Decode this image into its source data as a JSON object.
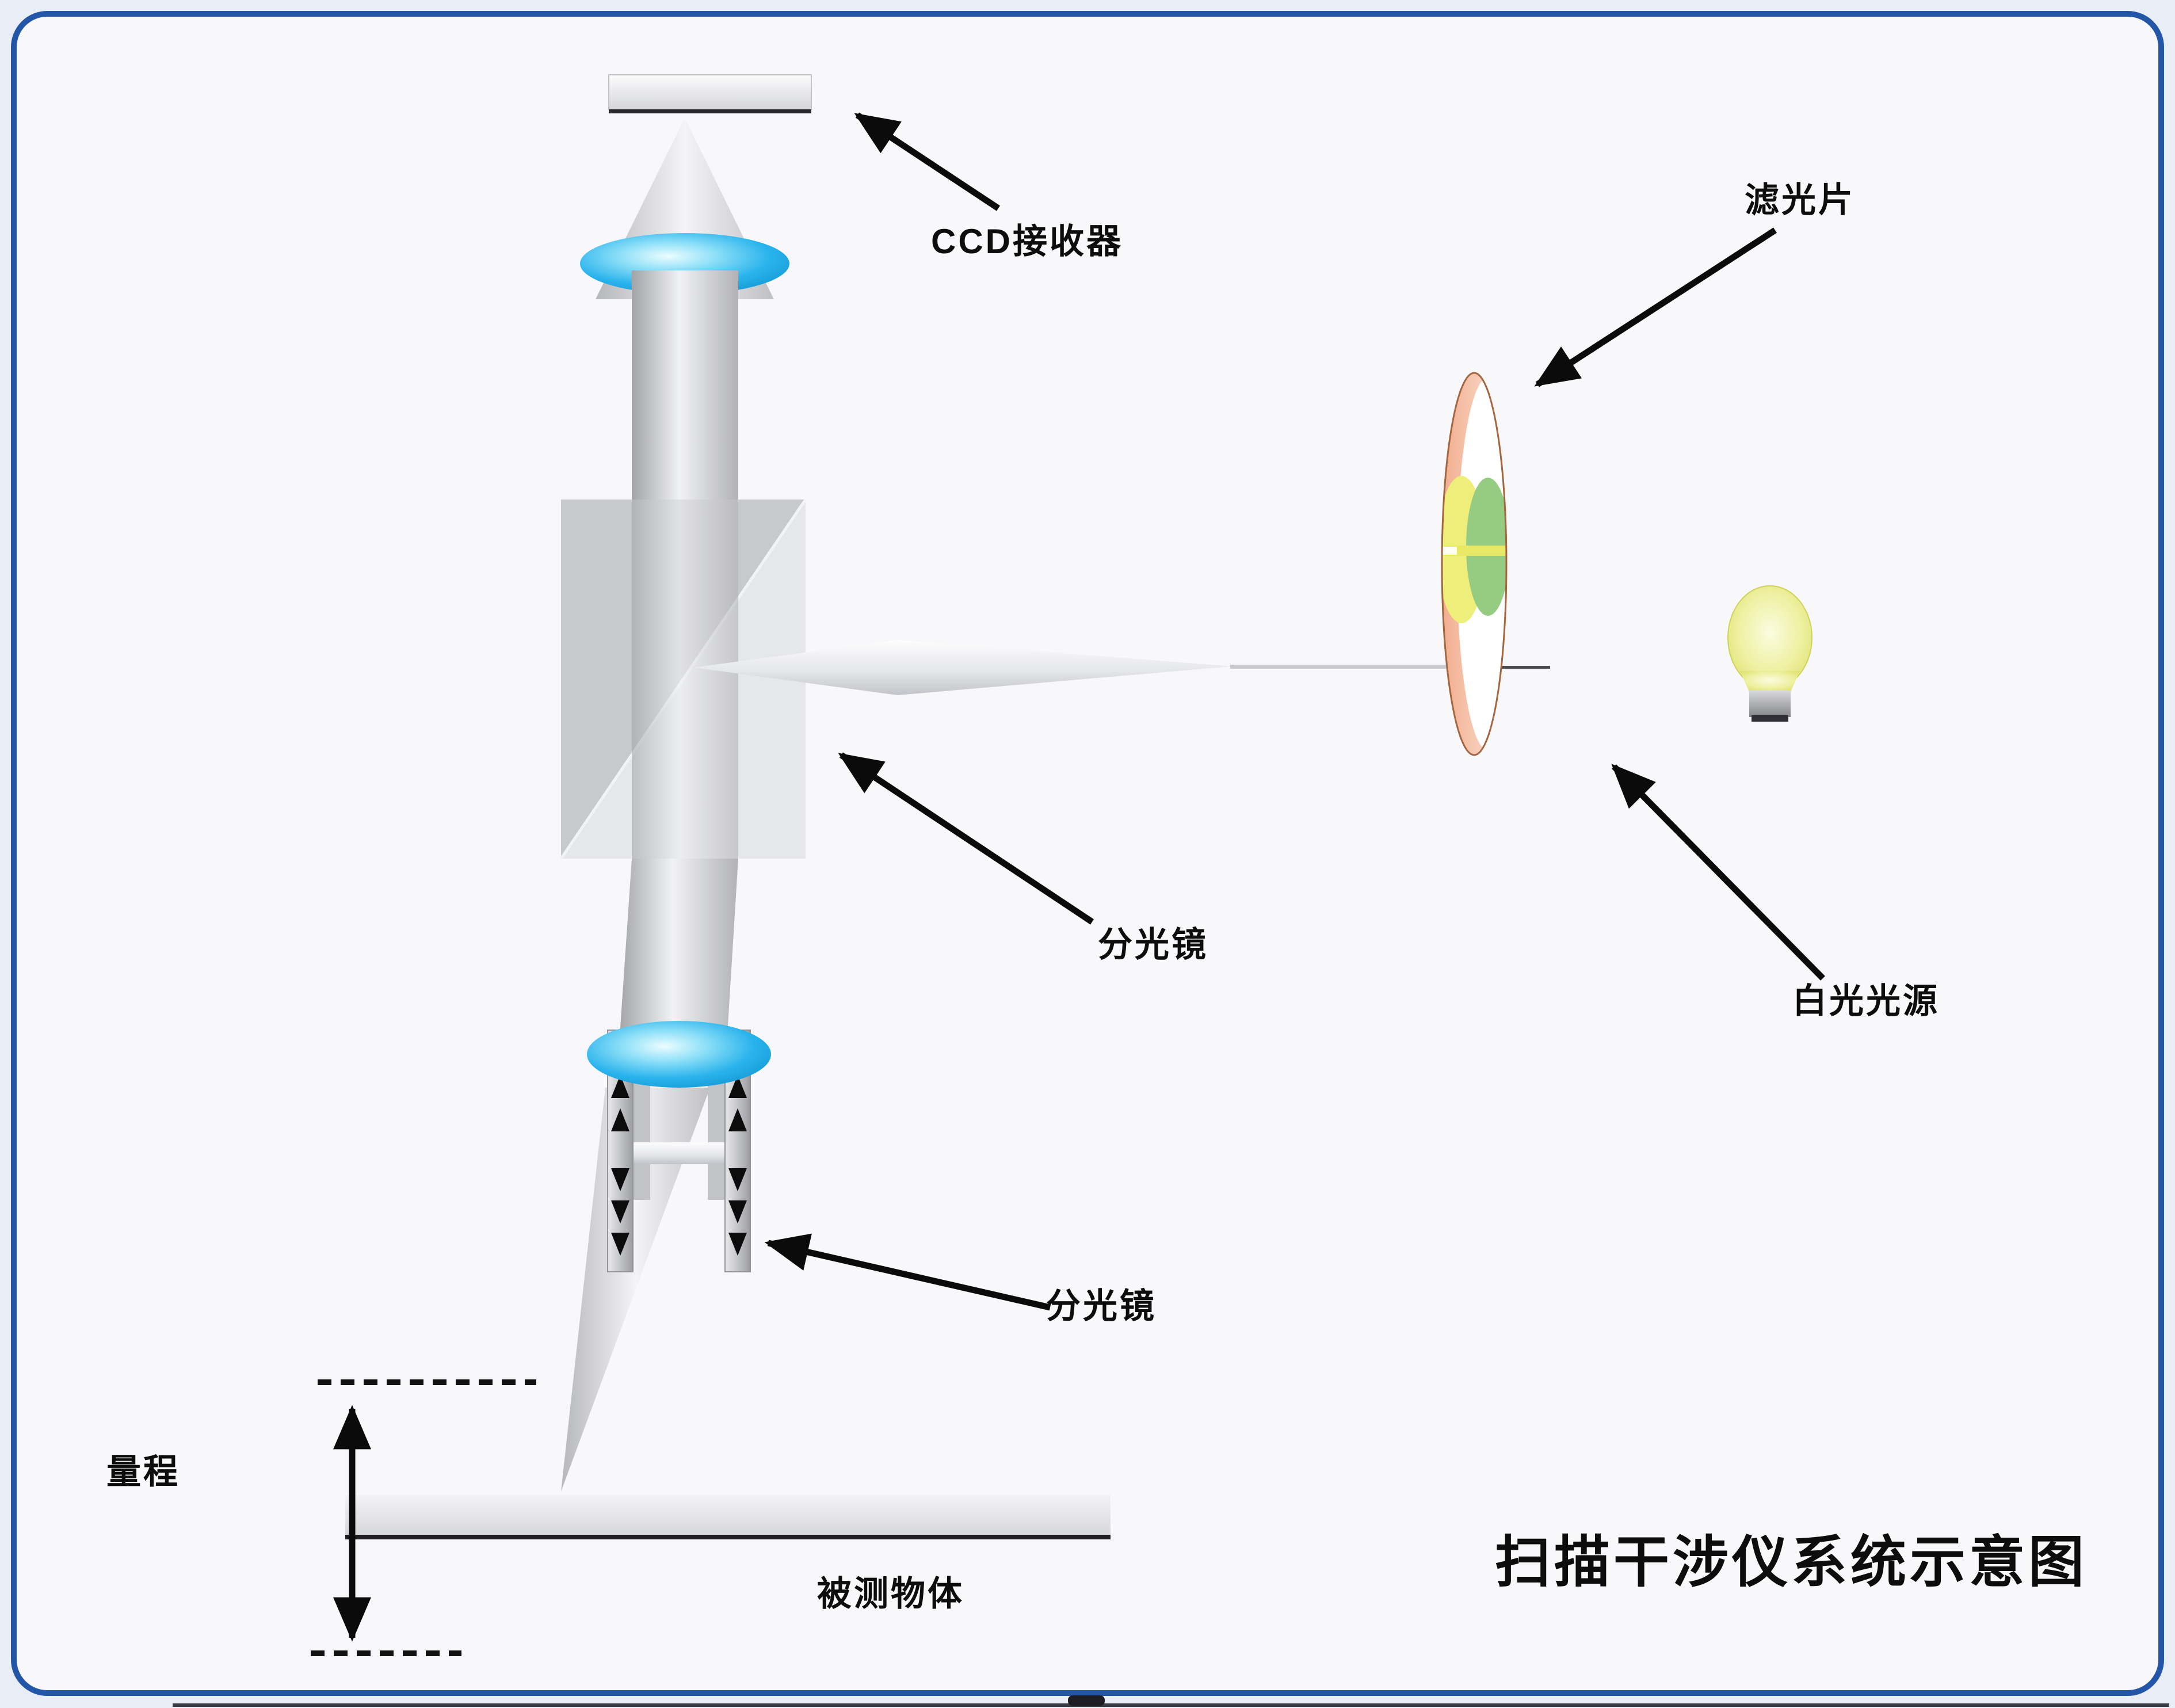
{
  "diagram": {
    "title": "扫描干涉仪系统示意图",
    "labels": {
      "ccd_receiver": "CCD接收器",
      "filter": "滤光片",
      "beam_splitter_upper": "分光镜",
      "white_light_source": "白光光源",
      "beam_splitter_lower": "分光镜",
      "measuring_range": "量程",
      "measured_object": "被测物体"
    },
    "colors": {
      "frame_border": "#2456a8",
      "canvas_background": "#f8f8fa",
      "lens_blue": "#29b3ec",
      "beam_gray": "#c9cacf",
      "cube_dark": "#c8c9cd",
      "cube_light": "#e6e7ea",
      "disk_pink": "#f6c9b2",
      "disk_yellow": "#eeee7b",
      "disk_green": "#95cc82",
      "bulb_yellow": "#e9ec83",
      "annotation_black": "#0b0b0b"
    }
  }
}
